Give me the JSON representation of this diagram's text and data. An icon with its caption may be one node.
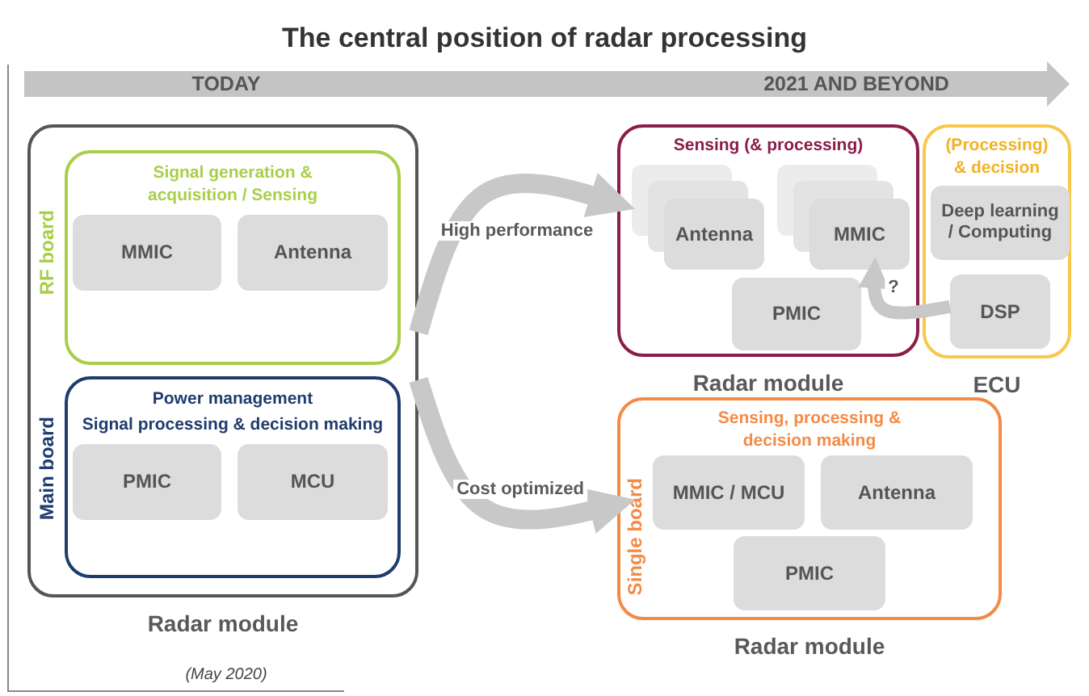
{
  "diagram": {
    "title": "The central position of radar processing",
    "nodes": [
      {
        "text": [
          "Radar module"
        ]
      },
      {
        "text": [
          "Signal generation & acquisition / Sensing"
        ],
        "beside": [
          "RF board"
        ],
        "in": 0
      },
      {
        "text": [
          "MMIC"
        ],
        "in": 1
      },
      {
        "text": [
          "Antenna"
        ],
        "in": 1
      },
      {
        "text": [
          "Power management",
          "Signal processing & decision making"
        ],
        "beside": [
          "Main board"
        ],
        "in": 0
      },
      {
        "text": [
          "PMIC"
        ],
        "in": 4
      },
      {
        "text": [
          "MCU"
        ],
        "in": 4
      },
      {
        "text": [
          "Sensing (& processing)",
          "Radar module"
        ]
      },
      {
        "text": [
          "Antenna"
        ],
        "in": 7
      },
      {
        "text": [
          "MMIC"
        ],
        "in": 7
      },
      {
        "text": [
          "PMIC"
        ],
        "in": 7
      },
      {
        "text": [
          "(Processing) & decision",
          "ECU"
        ]
      },
      {
        "text": [
          "Deep learning / Computing"
        ],
        "in": 11
      },
      {
        "text": [
          "DSP"
        ],
        "in": 11
      },
      {
        "text": [
          "Sensing, processing & decision making",
          "Radar module"
        ],
        "beside": [
          "Single board"
        ]
      },
      {
        "text": [
          "MMIC / MCU"
        ],
        "in": 14
      },
      {
        "text": [
          "Antenna"
        ],
        "in": 14
      },
      {
        "text": [
          "PMIC"
        ],
        "in": 14
      }
    ],
    "edges": [
      {
        "from": 0,
        "to": 7,
        "arrow": "to",
        "label": "High performance"
      },
      {
        "from": 0,
        "to": 14,
        "arrow": "to",
        "label": "Cost optimized"
      },
      {
        "from": 13,
        "to": 9,
        "arrow": "to",
        "label": "?"
      }
    ],
    "labels": [
      "TODAY",
      "2021 AND BEYOND",
      "(May 2020)"
    ]
  }
}
